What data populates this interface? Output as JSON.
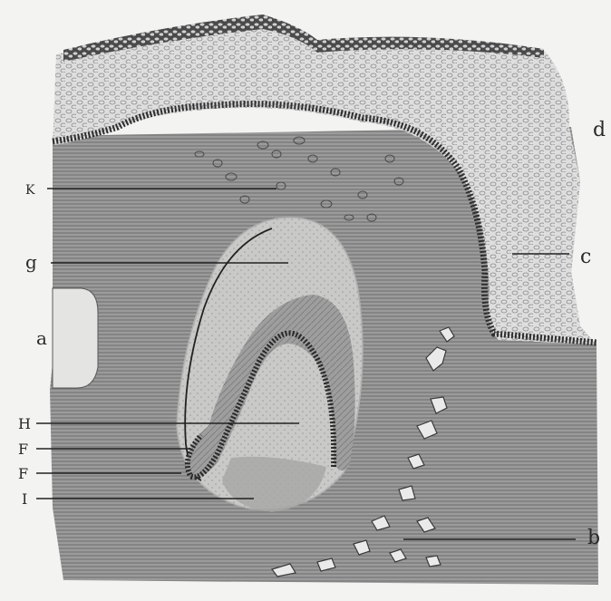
{
  "figure": {
    "background": "#f3f3f1",
    "ink": "#3a3a3a",
    "tissue_dark": "#8d8d8d",
    "tissue_light": "#d4d4d2"
  },
  "labels": {
    "d": "d",
    "c": "c",
    "a": "a",
    "b": "b",
    "K": "K",
    "g": "g",
    "H": "H",
    "F1": "F",
    "F2": "F",
    "I": "I"
  }
}
